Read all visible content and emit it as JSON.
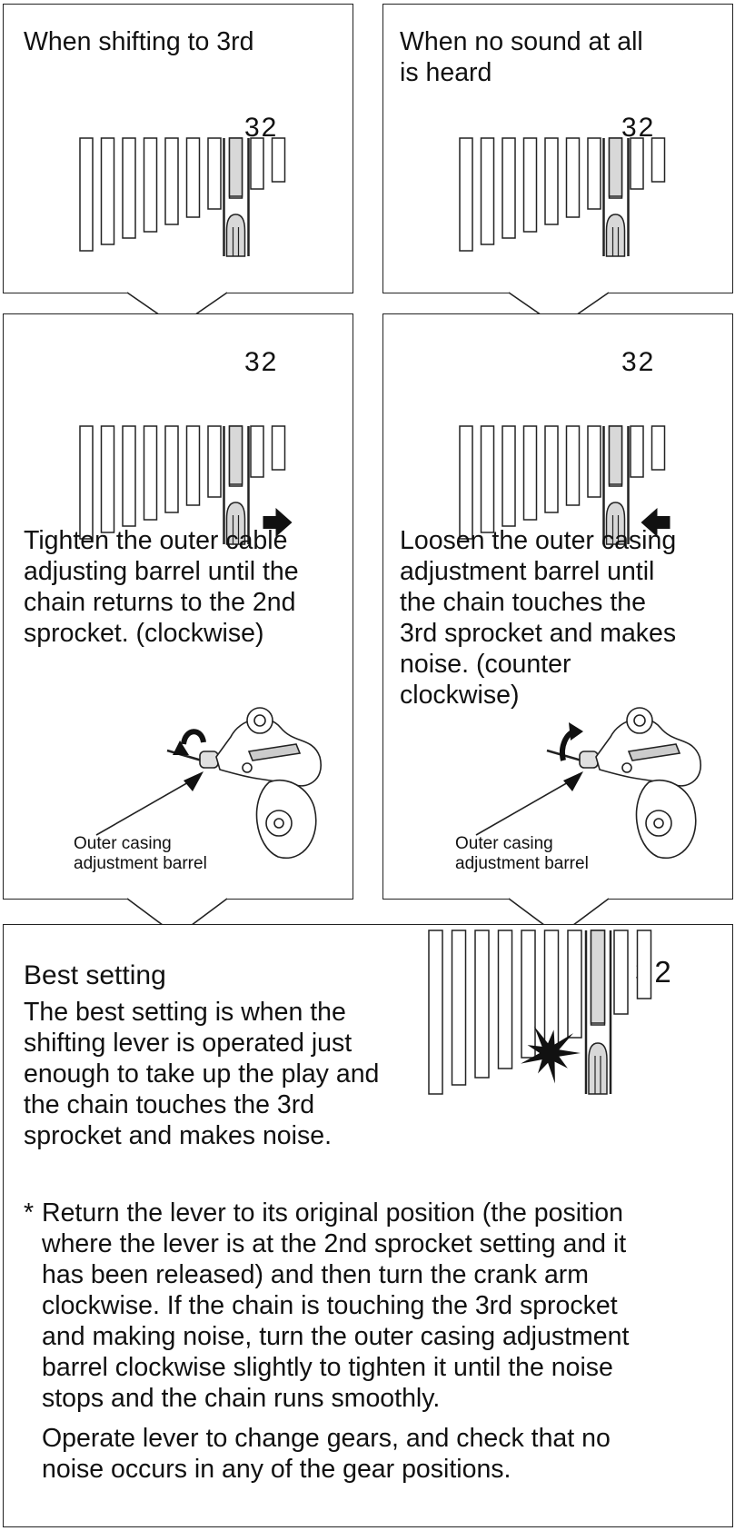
{
  "panels": {
    "top_left": {
      "title": "When shifting to 3rd",
      "gear_label": "32"
    },
    "top_right": {
      "title_line1": "When no sound at all",
      "title_line2": "is heard",
      "gear_label": "32"
    },
    "mid_left": {
      "gear_label": "32",
      "text_lines": [
        "Tighten the outer cable",
        "adjusting barrel until the",
        "chain returns to the 2nd",
        "sprocket. (clockwise)"
      ],
      "callout_line1": "Outer casing",
      "callout_line2": "adjustment barrel"
    },
    "mid_right": {
      "gear_label": "32",
      "text_lines": [
        "Loosen the outer casing",
        "adjustment barrel until",
        "the chain touches the",
        "3rd sprocket and makes",
        "noise. (counter",
        "clockwise)"
      ],
      "callout_line1": "Outer casing",
      "callout_line2": "adjustment barrel"
    },
    "bottom": {
      "heading": "Best setting",
      "gear_label": "32",
      "text_lines": [
        "The best setting is when the",
        "shifting lever is operated just",
        "enough to take up the play and",
        "the chain touches the 3rd",
        "sprocket and makes noise."
      ],
      "note_star": "*",
      "note_lines": [
        "Return the lever to its original position (the position",
        "where the lever is at the 2nd sprocket setting and it",
        "has been released) and then turn the crank arm",
        "clockwise. If the chain is touching the 3rd sprocket",
        "and making noise, turn the outer casing adjustment",
        "barrel clockwise slightly to tighten it until the noise",
        "stops and the chain runs smoothly."
      ],
      "final_lines": [
        "Operate lever to change gears, and check that no",
        "noise occurs in any of the gear positions."
      ]
    }
  },
  "colors": {
    "line": "#222222",
    "chain_fill": "#d8d8d8",
    "background": "#ffffff"
  }
}
